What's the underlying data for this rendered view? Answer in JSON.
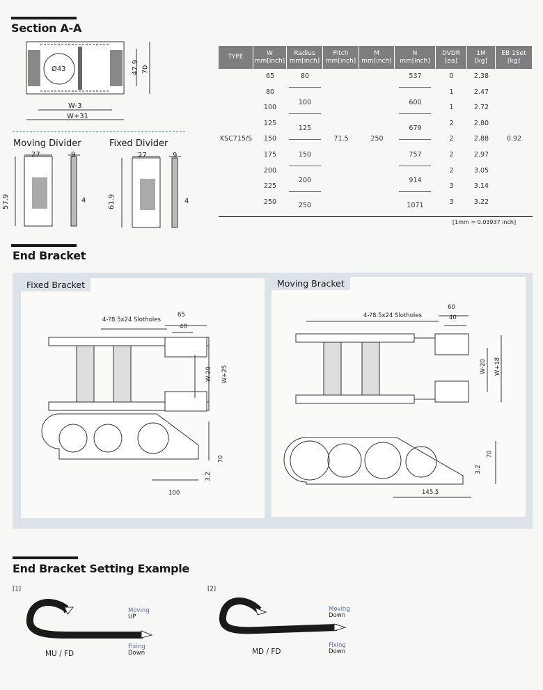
{
  "section_aa": {
    "title": "Section A-A",
    "dims": {
      "diameter": "Ø43",
      "inner_height": "47.9",
      "height": "70",
      "inner_width": "W-3",
      "outer_width": "W+31"
    }
  },
  "moving_divider": {
    "title": "Moving Divider",
    "width": "27",
    "thickness": "9",
    "height": "57.9",
    "web": "4"
  },
  "fixed_divider": {
    "title": "Fixed Divider",
    "width": "27",
    "thickness": "9",
    "height": "61.9",
    "web": "4"
  },
  "spec_table": {
    "headers": [
      "TYPE",
      "W\nmm[inch]",
      "Radius\nmm[inch]",
      "Pitch\nmm[inch]",
      "M\nmm[inch]",
      "N\nmm[inch]",
      "DVDR\n[ea]",
      "1M\n[kg]",
      "EB 1Set\n[kg]"
    ],
    "type": "KSC715/S",
    "pitch": "71.5",
    "m": "250",
    "eb_set": "0.92",
    "w": [
      "65",
      "80",
      "100",
      "125",
      "150",
      "175",
      "200",
      "225",
      "250"
    ],
    "dvdr": [
      "0",
      "1",
      "1",
      "2",
      "2",
      "2",
      "2",
      "3",
      "3"
    ],
    "weight_1m": [
      "2.38",
      "2.47",
      "2.72",
      "2.80",
      "2.88",
      "2.97",
      "3.05",
      "3.14",
      "3.22"
    ],
    "radius": [
      "80",
      "100",
      "125",
      "150",
      "200",
      "250"
    ],
    "n": [
      "537",
      "600",
      "679",
      "757",
      "914",
      "1071"
    ],
    "note": "[1mm = 0.03937 inch]"
  },
  "end_bracket": {
    "title": "End Bracket",
    "fixed": {
      "title": "Fixed Bracket",
      "slotholes": "4-?8.5x24 Slotholes",
      "d1": "65",
      "d2": "40",
      "d3": "W-20",
      "d4": "W+25",
      "d5": "70",
      "d6": "3.2",
      "d7": "100"
    },
    "moving": {
      "title": "Moving Bracket",
      "slotholes": "4-?8.5x24 Slotholes",
      "d1": "60",
      "d2": "40",
      "d3": "W-20",
      "d4": "W+18",
      "d5": "70",
      "d6": "3.2",
      "d7": "145.5"
    }
  },
  "setting_example": {
    "title": "End Bracket Setting Example",
    "examples": [
      {
        "index": "[1]",
        "name": "MU / FD",
        "moving_label": "Moving",
        "moving_dir": "UP",
        "fixing_label": "Fixing",
        "fixing_dir": "Down"
      },
      {
        "index": "[2]",
        "name": "MD / FD",
        "moving_label": "Moving",
        "moving_dir": "Down",
        "fixing_label": "Fixing",
        "fixing_dir": "Down"
      }
    ]
  }
}
